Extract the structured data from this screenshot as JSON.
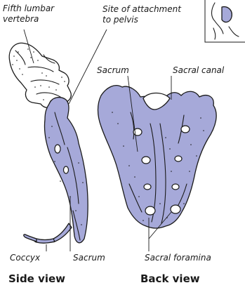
{
  "labels": {
    "fifth_lumbar_line1": "Fifth lumbar",
    "fifth_lumbar_line2": "vertebra",
    "attachment_line1": "Site of attachment",
    "attachment_line2": "to pelvis",
    "sacrum_back": "Sacrum",
    "sacral_canal": "Sacral canal",
    "coccyx": "Coccyx",
    "sacrum_side": "Sacrum",
    "sacral_foramina": "Sacral foramina"
  },
  "views": {
    "side": "Side view",
    "back": "Back view"
  },
  "colors": {
    "bone_fill": "#a6a9d9",
    "outline": "#1a1a1a",
    "background": "#ffffff"
  }
}
